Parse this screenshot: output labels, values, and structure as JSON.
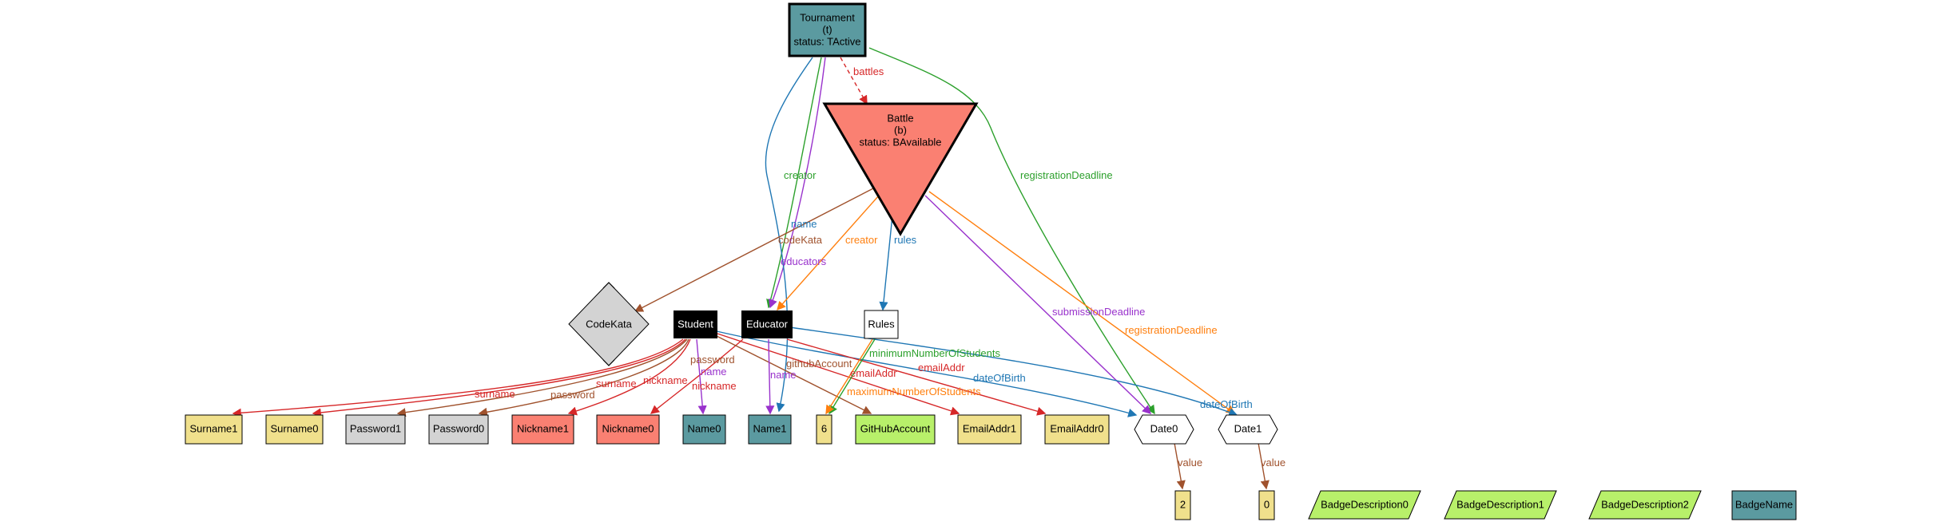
{
  "colors": {
    "teal": "#5b9aa0",
    "salmon": "#fa8072",
    "yellow": "#f0e08c",
    "green": "#b8f06a",
    "grey": "#d3d3d3",
    "black": "#000000",
    "edge_red": "#d62728",
    "edge_green": "#2ca02c",
    "edge_blue": "#1f77b4",
    "edge_purple": "#9932cc",
    "edge_orange": "#ff7f0e",
    "edge_brown": "#a0522d"
  },
  "nodes": {
    "tournament": {
      "lines": [
        "Tournament",
        "(t)",
        "status: TActive"
      ]
    },
    "battle": {
      "lines": [
        "Battle",
        "(b)",
        "status: BAvailable"
      ]
    },
    "codekata": {
      "label": "CodeKata"
    },
    "student": {
      "label": "Student"
    },
    "educator": {
      "label": "Educator"
    },
    "rules": {
      "label": "Rules"
    },
    "surname1": {
      "label": "Surname1"
    },
    "surname0": {
      "label": "Surname0"
    },
    "password1": {
      "label": "Password1"
    },
    "password0": {
      "label": "Password0"
    },
    "nickname1": {
      "label": "Nickname1"
    },
    "nickname0": {
      "label": "Nickname0"
    },
    "name0": {
      "label": "Name0"
    },
    "name1": {
      "label": "Name1"
    },
    "six": {
      "label": "6"
    },
    "githubaccount": {
      "label": "GitHubAccount"
    },
    "emailaddr1": {
      "label": "EmailAddr1"
    },
    "emailaddr0": {
      "label": "EmailAddr0"
    },
    "date0": {
      "label": "Date0"
    },
    "date1": {
      "label": "Date1"
    },
    "two": {
      "label": "2"
    },
    "zero": {
      "label": "0"
    },
    "badgedesc0": {
      "label": "BadgeDescription0"
    },
    "badgedesc1": {
      "label": "BadgeDescription1"
    },
    "badgedesc2": {
      "label": "BadgeDescription2"
    },
    "badgename": {
      "label": "BadgeName"
    }
  },
  "edges": {
    "battles": "battles",
    "t_creator": "creator",
    "t_name": "name",
    "t_educators": "educators",
    "t_registrationDeadline": "registrationDeadline",
    "b_codeKata": "codeKata",
    "b_creator": "creator",
    "b_rules": "rules",
    "b_submissionDeadline": "submissionDeadline",
    "b_registrationDeadline": "registrationDeadline",
    "s_surname_1": "surname",
    "s_surname_2": "surname",
    "s_password_1": "password",
    "s_password_2": "password",
    "s_nickname_1": "nickname",
    "s_nickname_2": "nickname",
    "s_name": "name",
    "s_githubAccount": "githubAccount",
    "s_emailAddr": "emailAddr",
    "s_dateOfBirth": "dateOfBirth",
    "e_name": "name",
    "e_emailAddr": "emailAddr",
    "e_dateOfBirth": "dateOfBirth",
    "r_minimumNumberOfStudents": "minimumNumberOfStudents",
    "r_maximumNumberOfStudents": "maximumNumberOfStudents",
    "d0_value": "value",
    "d1_value": "value"
  }
}
